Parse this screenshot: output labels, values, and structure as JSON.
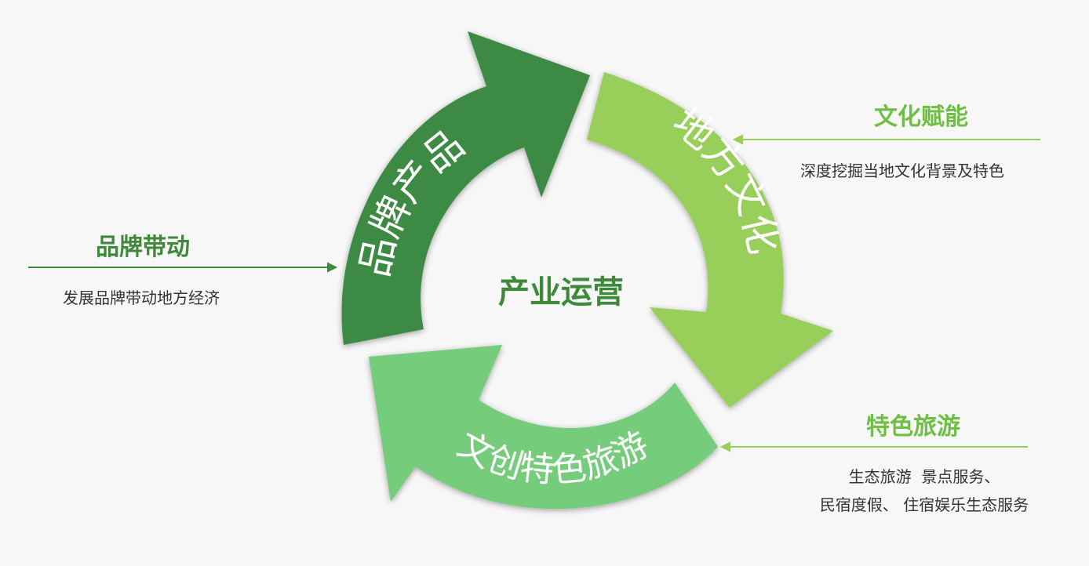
{
  "center_label": "产业运营",
  "cycle": [
    {
      "label": "品牌产品",
      "color": "#3e8a45"
    },
    {
      "label": "地方文化",
      "color": "#98ce5a"
    },
    {
      "label": "文创特色旅游",
      "color": "#74cc7a"
    }
  ],
  "left": {
    "title": "品牌带动",
    "desc": "发展品牌带动地方经济"
  },
  "right_top": {
    "title": "文化赋能",
    "desc": "深度挖掘当地文化背景及特色"
  },
  "right_bottom": {
    "title": "特色旅游",
    "desc_line1": "生态旅游  景点服务、",
    "desc_line2": "民宿度假、 住宿娱乐生态服务"
  }
}
